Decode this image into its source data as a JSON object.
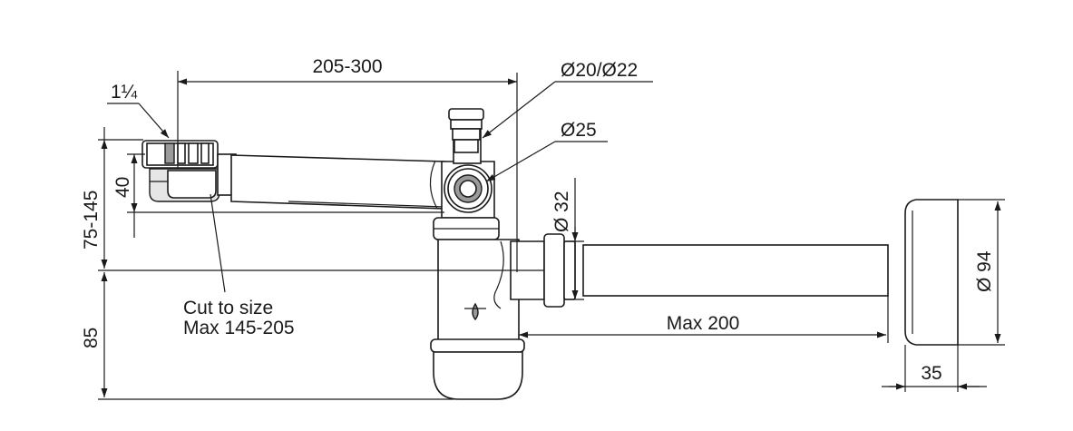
{
  "dimensions": {
    "width_range": "205-300",
    "thread": "1¼",
    "hose_diameters": "Ø20/Ø22",
    "side_inlet": "Ø25",
    "pipe_diameter": "Ø 32",
    "rosette_diameter": "Ø 94",
    "height_inlet": "40",
    "height_adjust": "75-145",
    "height_base": "85",
    "max_length": "Max 200",
    "rosette_depth": "35"
  },
  "notes": {
    "cut_line1": "Cut to size",
    "cut_line2": "Max 145-205"
  }
}
